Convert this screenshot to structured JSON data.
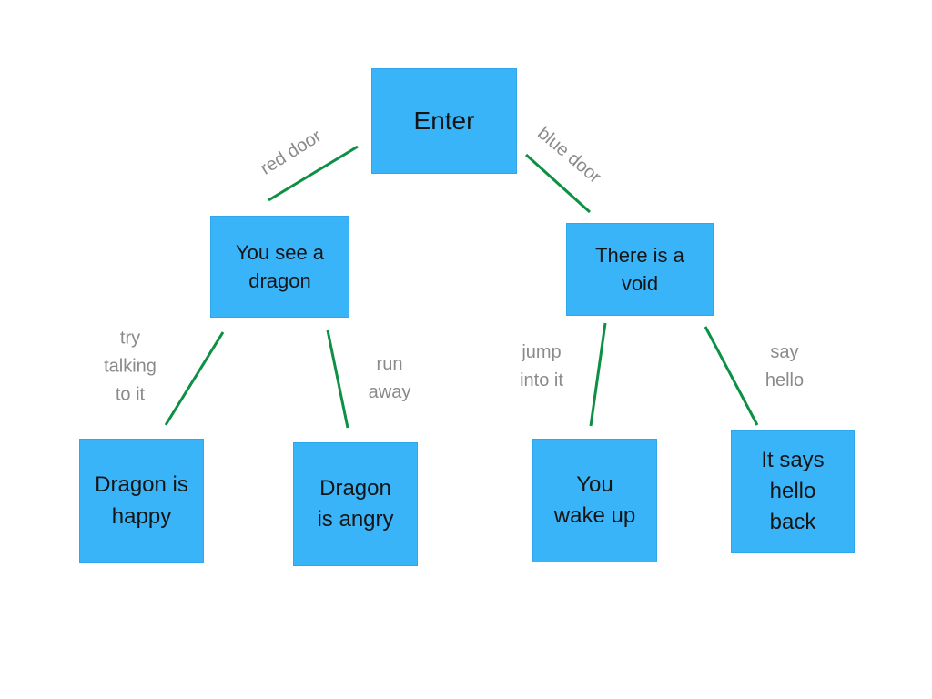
{
  "diagram": {
    "type": "decision-tree-flowchart",
    "background": "#ffffff"
  },
  "colors": {
    "canvas_bg": "#ffffff",
    "node_fill": "#3ab4f9",
    "node_text": "#151515",
    "edge_line": "#0c9144",
    "edge_label": "#8a8a8a"
  },
  "nodes": [
    {
      "id": "enter",
      "label": "Enter"
    },
    {
      "id": "see-dragon",
      "label": "You see a\ndragon"
    },
    {
      "id": "void",
      "label": "There is a\nvoid"
    },
    {
      "id": "dragon-happy",
      "label": "Dragon is\nhappy"
    },
    {
      "id": "dragon-angry",
      "label": "Dragon\nis angry"
    },
    {
      "id": "wake-up",
      "label": "You\nwake up"
    },
    {
      "id": "hello-back",
      "label": "It says\nhello\nback"
    }
  ],
  "edges": [
    {
      "from": "enter",
      "to": "see-dragon",
      "label": "red door"
    },
    {
      "from": "enter",
      "to": "void",
      "label": "blue door"
    },
    {
      "from": "see-dragon",
      "to": "dragon-happy",
      "label": "try\ntalking\nto it"
    },
    {
      "from": "see-dragon",
      "to": "dragon-angry",
      "label": "run\naway"
    },
    {
      "from": "void",
      "to": "wake-up",
      "label": "jump\ninto it"
    },
    {
      "from": "void",
      "to": "hello-back",
      "label": "say\nhello"
    }
  ]
}
